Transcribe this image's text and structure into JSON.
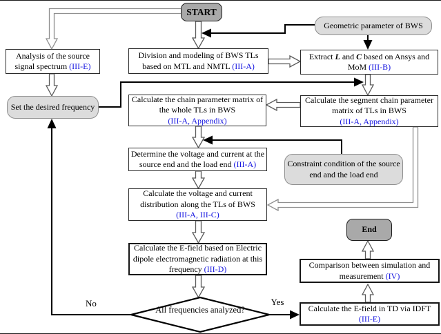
{
  "figure": {
    "type": "flowchart",
    "background": "#ffffff"
  },
  "colors": {
    "reference_blue": "#1515e0",
    "terminal_fill": "#a9a9a9",
    "io_fill": "#dcdcdc",
    "process_fill": "#ffffff",
    "line_black": "#000000",
    "hollow_arrow_outline": "#8f8f8f"
  },
  "nodes": {
    "start": {
      "label": "START"
    },
    "geometric": {
      "label": "Geometric parameter of BWS"
    },
    "analysis": {
      "text": "Analysis of the source signal spectrum ",
      "ref": "(III-E)"
    },
    "division": {
      "text": "Division and modeling of BWS TLs based on MTL and NMTL ",
      "ref": "(III-A)"
    },
    "extract": {
      "t1": "Extract ",
      "sym1": "L",
      "t2": " and ",
      "sym2": "C",
      "t3": "  based on Ansys and MoM ",
      "ref": "(III-B)"
    },
    "set_frequency": {
      "label": "Set the desired frequency"
    },
    "chain_whole": {
      "text": "Calculate the chain parameter matrix of the whole TLs in BWS",
      "ref": "(III-A, Appendix)"
    },
    "chain_segment": {
      "text": "Calculate the segment chain parameter matrix of TLs in BWS",
      "ref": "(III-A, Appendix)"
    },
    "determine": {
      "text": "Determine the voltage and current at the source end and the load end ",
      "ref": "(III-A)"
    },
    "constraint": {
      "label": "Constraint condition of the source end and the load end"
    },
    "distribution": {
      "text": "Calculate the voltage and current distribution along the TLs of BWS",
      "ref": "(III-A, III-C)"
    },
    "efield_freq": {
      "text": "Calculate the E-field based on Electric dipole electromagnetic radiation at this frequency ",
      "ref": "(III-D)"
    },
    "decision": {
      "text": "All frequencies analyzed?"
    },
    "comparison": {
      "text": "Comparison between simulation and measurement  ",
      "ref": "(IV)"
    },
    "idft": {
      "text": "Calculate the E-field in TD via IDFT",
      "ref": "(III-E)"
    },
    "end": {
      "label": "End"
    }
  },
  "edges": {
    "no_label": "No",
    "yes_label": "Yes"
  }
}
